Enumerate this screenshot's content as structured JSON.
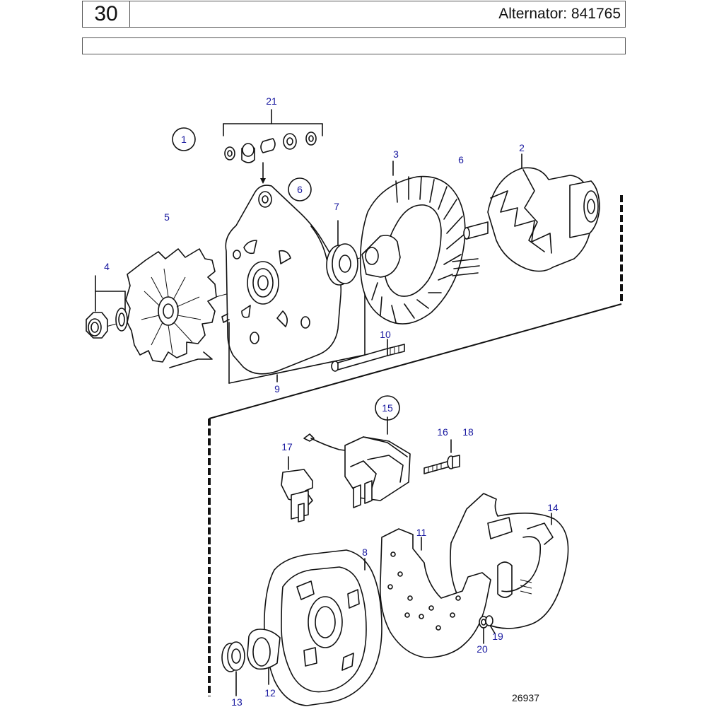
{
  "header": {
    "section_number": "30",
    "title": "Alternator: 841765",
    "subtitle": ""
  },
  "callouts": {
    "c1": "1",
    "c2": "2",
    "c3": "3",
    "c4": "4",
    "c5": "5",
    "c6a": "6",
    "c6b": "6",
    "c7": "7",
    "c8": "8",
    "c9": "9",
    "c10": "10",
    "c11": "11",
    "c12": "12",
    "c13": "13",
    "c14": "14",
    "c15": "15",
    "c16": "16",
    "c17": "17",
    "c18": "18",
    "c19": "19",
    "c20": "20",
    "c21": "21"
  },
  "drawing_number": "26937"
}
